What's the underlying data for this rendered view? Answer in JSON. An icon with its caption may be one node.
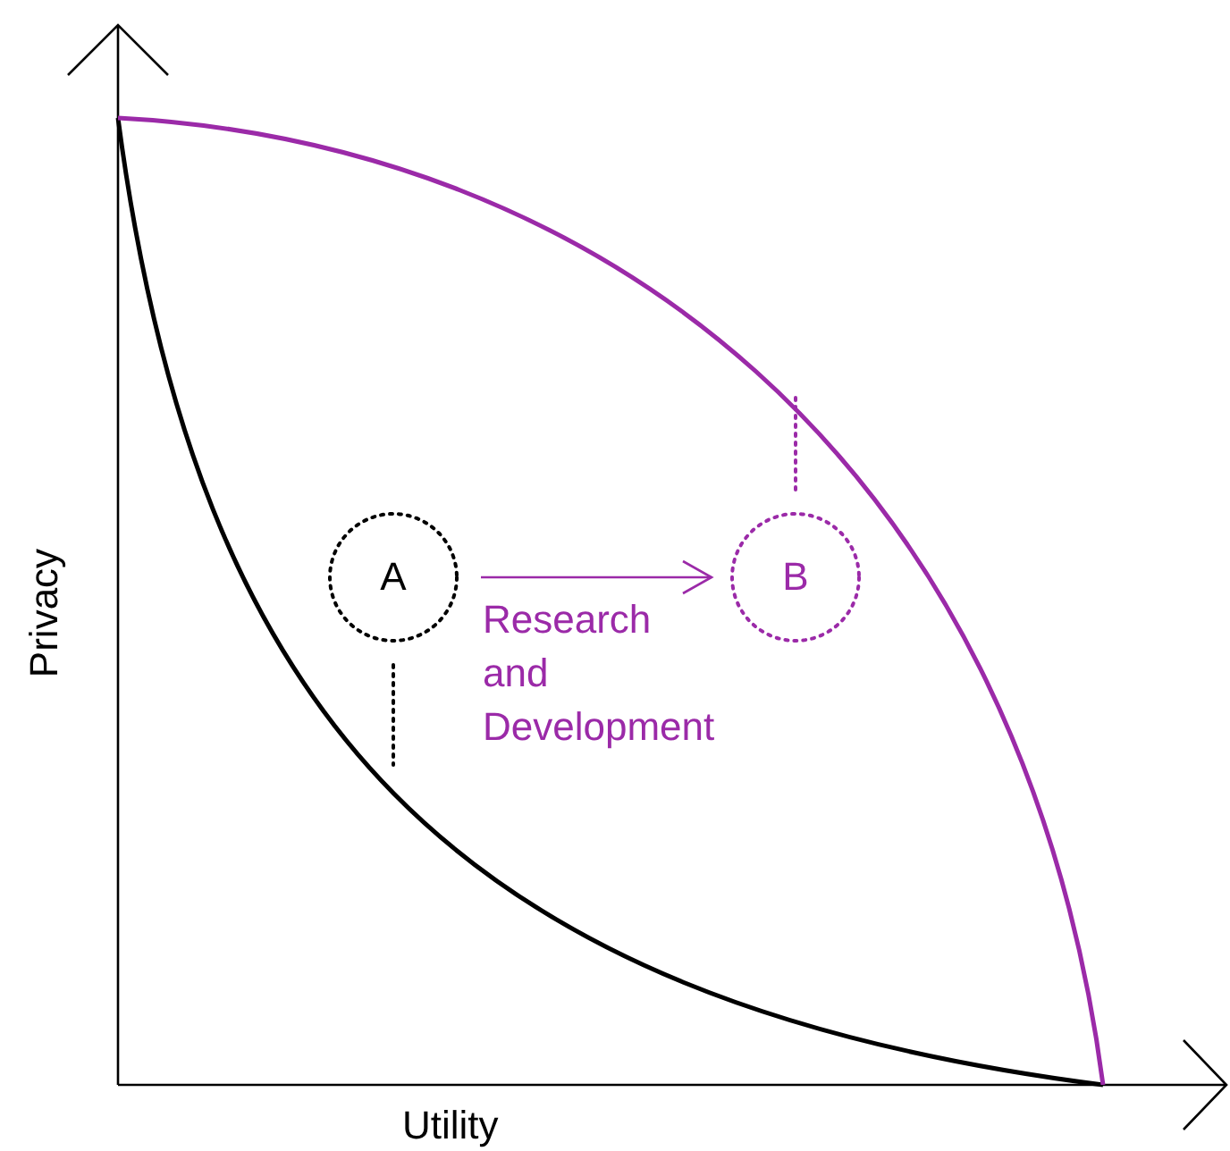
{
  "diagram": {
    "nodes": [
      {
        "text": [
          "A"
        ]
      },
      {
        "text": [
          "B"
        ]
      }
    ],
    "edges": [
      {
        "from": 0,
        "to": 1,
        "arrow": "to",
        "label": "Research and Development",
        "color": "#9b2aa8"
      },
      {
        "from": 0,
        "to": null,
        "arrow": "none",
        "style": "dashed",
        "color": "#000000"
      },
      {
        "from": 1,
        "to": null,
        "arrow": "none",
        "style": "dashed",
        "color": "#9b2aa8"
      }
    ],
    "labels": [
      "Privacy",
      "Utility"
    ]
  }
}
